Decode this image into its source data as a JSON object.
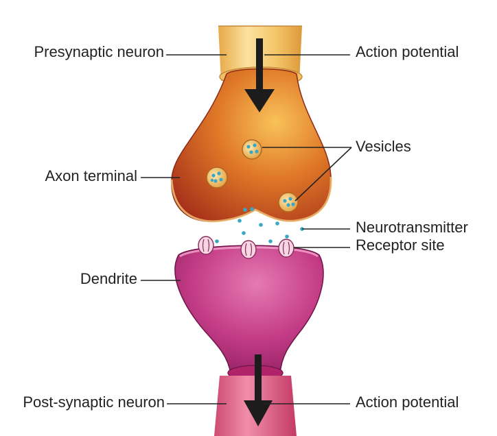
{
  "labels": {
    "presynaptic_neuron": "Presynaptic neuron",
    "action_potential_top": "Action potential",
    "vesicles": "Vesicles",
    "axon_terminal": "Axon terminal",
    "neurotransmitter": "Neurotransmitter",
    "receptor_site": "Receptor site",
    "dendrite": "Dendrite",
    "post_synaptic_neuron": "Post-synaptic neuron",
    "action_potential_bottom": "Action potential"
  },
  "colors": {
    "axon_light": "#f8d88a",
    "axon_mid": "#f0b850",
    "terminal_light": "#f6b24a",
    "terminal_dark": "#b4381e",
    "dendrite_light": "#d6569e",
    "dendrite_dark": "#8a1d5a",
    "post_axon": "#e56a8e",
    "neurotransmitter": "#3aa7c4",
    "receptor": "#f6d4e0",
    "arrow": "#1c1c1c"
  }
}
